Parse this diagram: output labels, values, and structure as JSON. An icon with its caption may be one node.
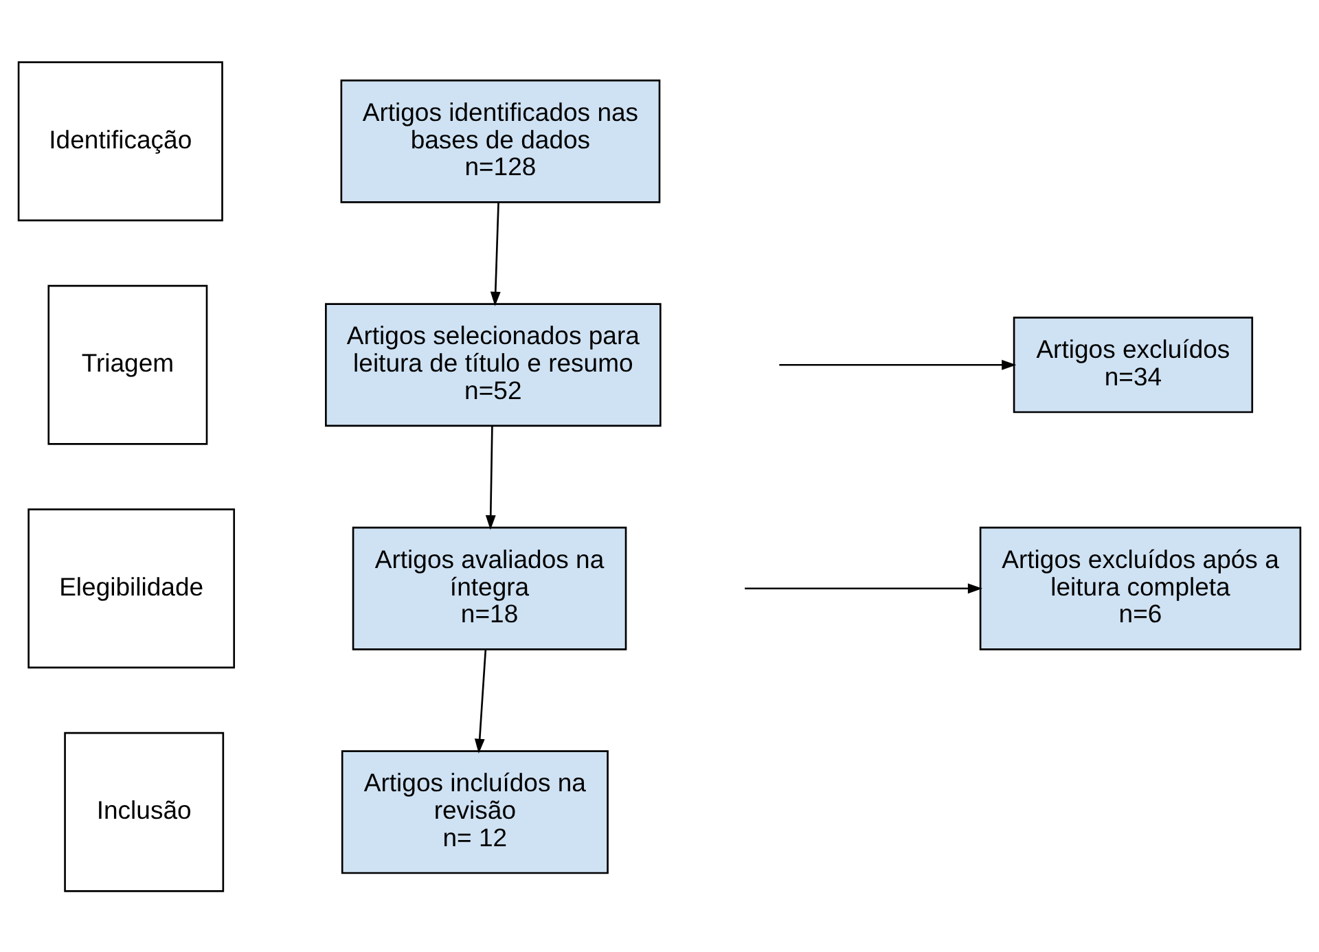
{
  "diagram": {
    "nodes": [
      {
        "text": [
          "Identificação"
        ]
      },
      {
        "text": [
          "Triagem"
        ]
      },
      {
        "text": [
          "Elegibilidade"
        ]
      },
      {
        "text": [
          "Inclusão"
        ]
      },
      {
        "text": [
          "Artigos identificados nas bases de dados",
          "n=128"
        ]
      },
      {
        "text": [
          "Artigos selecionados para leitura de título e resumo",
          "n=52"
        ]
      },
      {
        "text": [
          "Artigos excluídos",
          "n=34"
        ]
      },
      {
        "text": [
          "Artigos avaliados na íntegra",
          "n=18"
        ]
      },
      {
        "text": [
          "Artigos excluídos após a leitura completa",
          "n=6"
        ]
      },
      {
        "text": [
          "Artigos incluídos na revisão",
          "n= 12"
        ]
      }
    ],
    "edges": [
      {
        "from": 4,
        "to": 5,
        "arrow": "to"
      },
      {
        "from": 5,
        "to": 7,
        "arrow": "to"
      },
      {
        "from": null,
        "to": 6,
        "arrow": "to"
      },
      {
        "from": 7,
        "to": 9,
        "arrow": "to"
      },
      {
        "from": null,
        "to": 8,
        "arrow": "to"
      }
    ]
  }
}
